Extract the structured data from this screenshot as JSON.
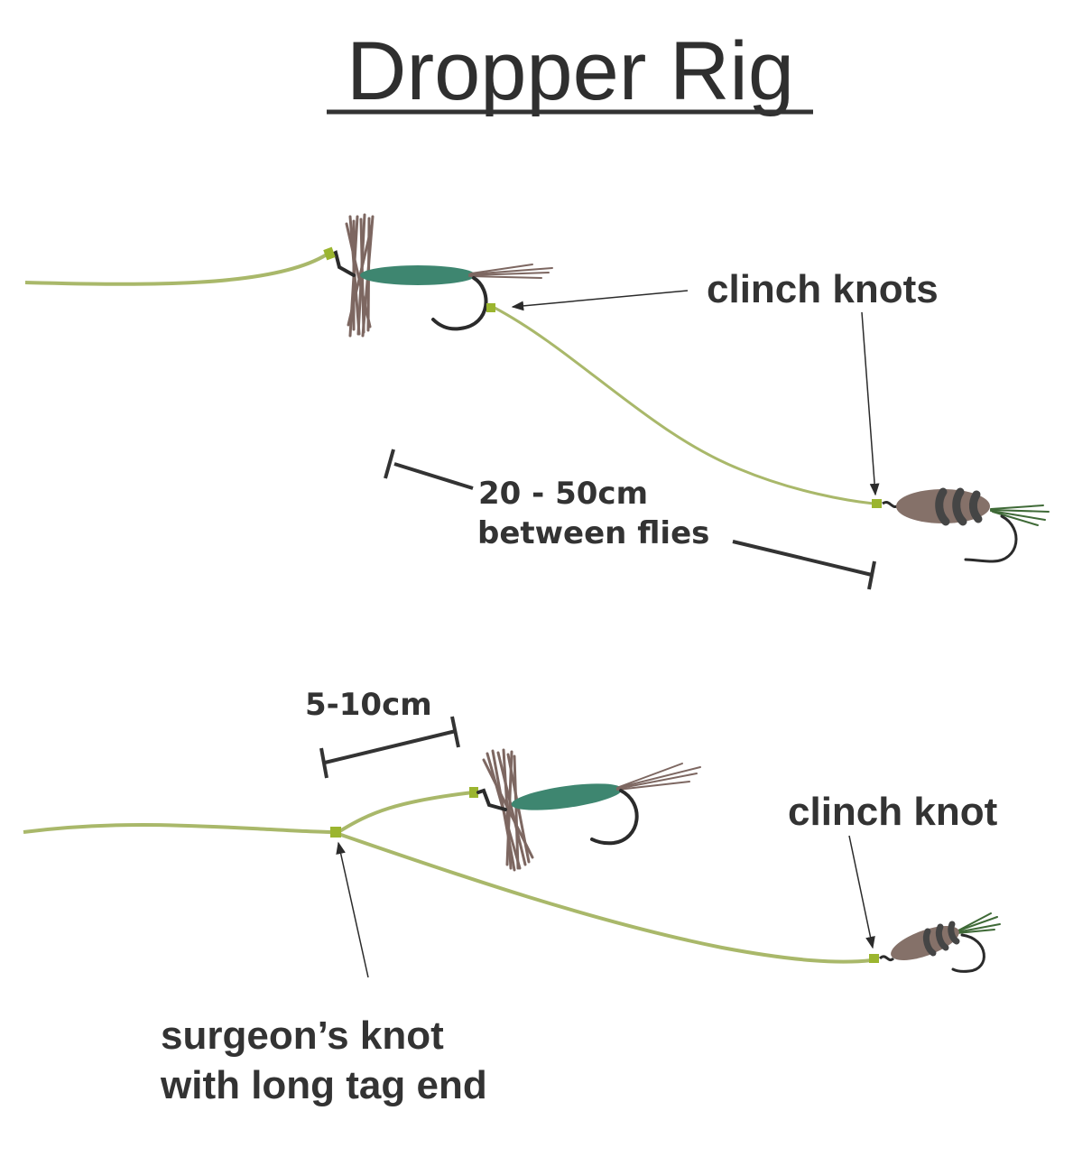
{
  "title": "Dropper Rig",
  "labels": {
    "clinch_knots": "clinch knots",
    "spacing_line1": "20 - 50cm",
    "spacing_line2": "between flies",
    "tag_length": "5-10cm",
    "clinch_knot": "clinch knot",
    "surgeons_line1": "surgeon’s knot",
    "surgeons_line2": "with long tag end"
  },
  "colors": {
    "line": "#a9b86a",
    "knot": "#9bb52f",
    "dry_fly_body": "#3e8670",
    "hackle": "#7d6761",
    "nymph_body": "#857169",
    "nymph_rib": "#454545",
    "hook": "#2b2b2b",
    "text": "#333333",
    "tail_green": "#3f6a37"
  }
}
